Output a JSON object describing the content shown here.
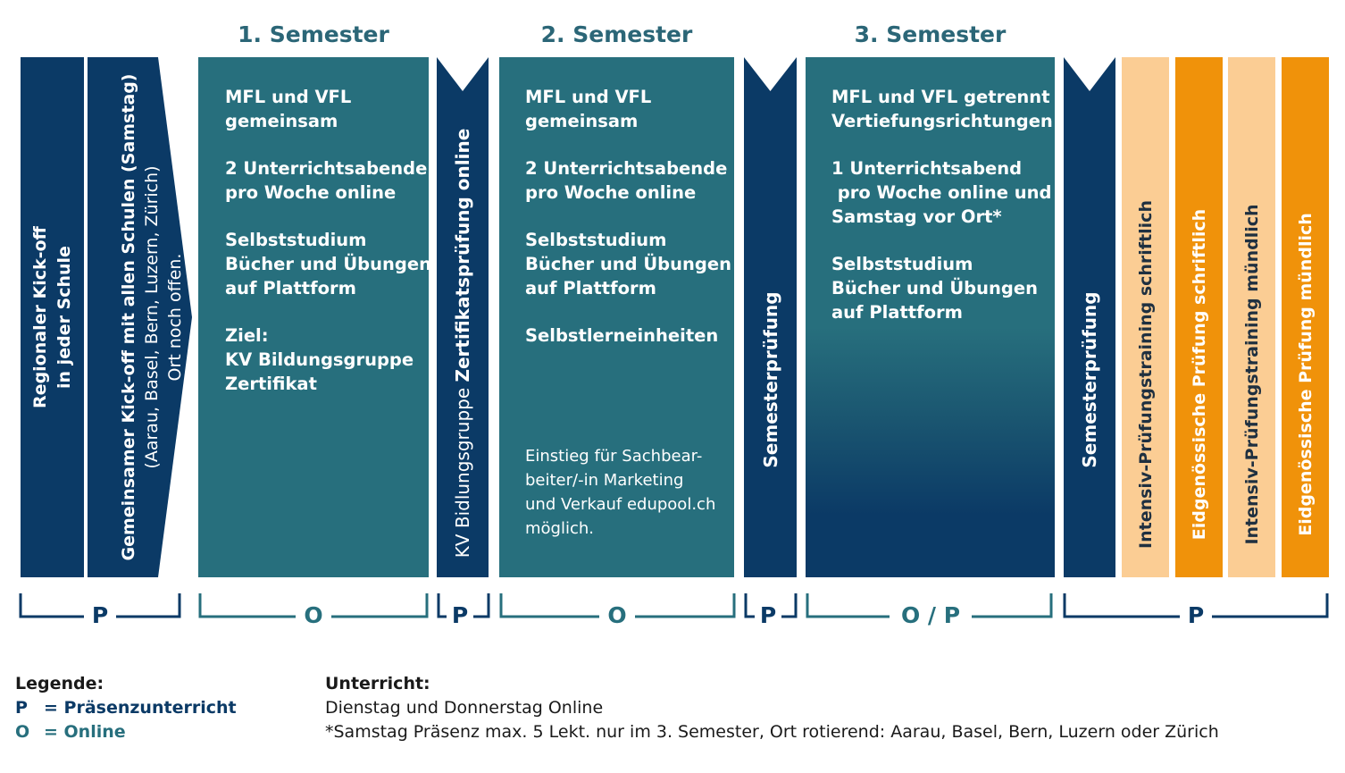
{
  "colors": {
    "navy": "#0b3a66",
    "teal": "#276f7d",
    "peach": "#fbcd94",
    "orange": "#f0920a",
    "label_teal": "#2b6677",
    "label_navy": "#0b3a66"
  },
  "semesters": {
    "s1": "1. Semester",
    "s2": "2. Semester",
    "s3": "3. Semester"
  },
  "kickoff": {
    "regional_line1": "Regionaler Kick-off",
    "regional_line2": "in jeder Schule",
    "common_line1": "Gemeinsamer Kick-off mit allen Schulen (Samstag)",
    "common_line2": "(Aarau, Basel, Bern, Luzern, Zürich)",
    "common_line3": "Ort noch offen."
  },
  "block1": {
    "p1_l1": "MFL und VFL",
    "p1_l2": "gemeinsam",
    "p2_l1": "2 Unterrichtsabende",
    "p2_l2": "pro Woche online",
    "p3_l1": "Selbststudium",
    "p3_l2": "Bücher und Übungen",
    "p3_l3": "auf Plattform",
    "p4_l1": "Ziel:",
    "p4_l2": "KV Bildungsgruppe",
    "p4_l3": "Zertifikat"
  },
  "zert_col": {
    "normal": "KV Bidlungsgruppe ",
    "bold": "Zertifikatsprüfung online"
  },
  "block2": {
    "p1_l1": "MFL und VFL",
    "p1_l2": "gemeinsam",
    "p2_l1": "2 Unterrichtsabende",
    "p2_l2": "pro Woche online",
    "p3_l1": "Selbststudium",
    "p3_l2": "Bücher und Übungen",
    "p3_l3": "auf Plattform",
    "p4_l1": "Selbstlerneinheiten",
    "note_l1": "Einstieg für Sachbear-",
    "note_l2": "beiter/-in Marketing",
    "note_l3": "und Verkauf edupool.ch",
    "note_l4": "möglich."
  },
  "semester_exam": "Semesterprüfung",
  "block3": {
    "p1_l1": "MFL und VFL getrennt",
    "p1_l2": "Vertiefungsrichtungen",
    "p2_l1": "1 Unterrichtsabend",
    "p2_l2": " pro Woche online und",
    "p2_l3": "Samstag vor Ort*",
    "p3_l1": "Selbststudium",
    "p3_l2": "Bücher und Übungen",
    "p3_l3": "auf Plattform"
  },
  "final": {
    "c1": "Intensiv-Prüfungstraining schriftlich",
    "c2": "Eidgenössische Prüfung schriftlich",
    "c3": "Intensiv-Prüfungstraining mündlich",
    "c4": "Eidgenössische Prüfung mündlich"
  },
  "brackets": {
    "b1": "P",
    "b2": "O",
    "b3": "P",
    "b4": "O",
    "b5": "P",
    "b6": "O / P",
    "b7": "P"
  },
  "legend": {
    "title": "Legende:",
    "p_key": "P",
    "p_desc": "= Präsenzunterricht",
    "o_key": "O",
    "o_desc": "= Online"
  },
  "unterricht": {
    "title": "Unterricht:",
    "line1": "Dienstag und Donnerstag Online",
    "line2": "*Samstag Präsenz max. 5 Lekt. nur im 3. Semester, Ort rotierend: Aarau, Basel, Bern, Luzern oder Zürich"
  }
}
